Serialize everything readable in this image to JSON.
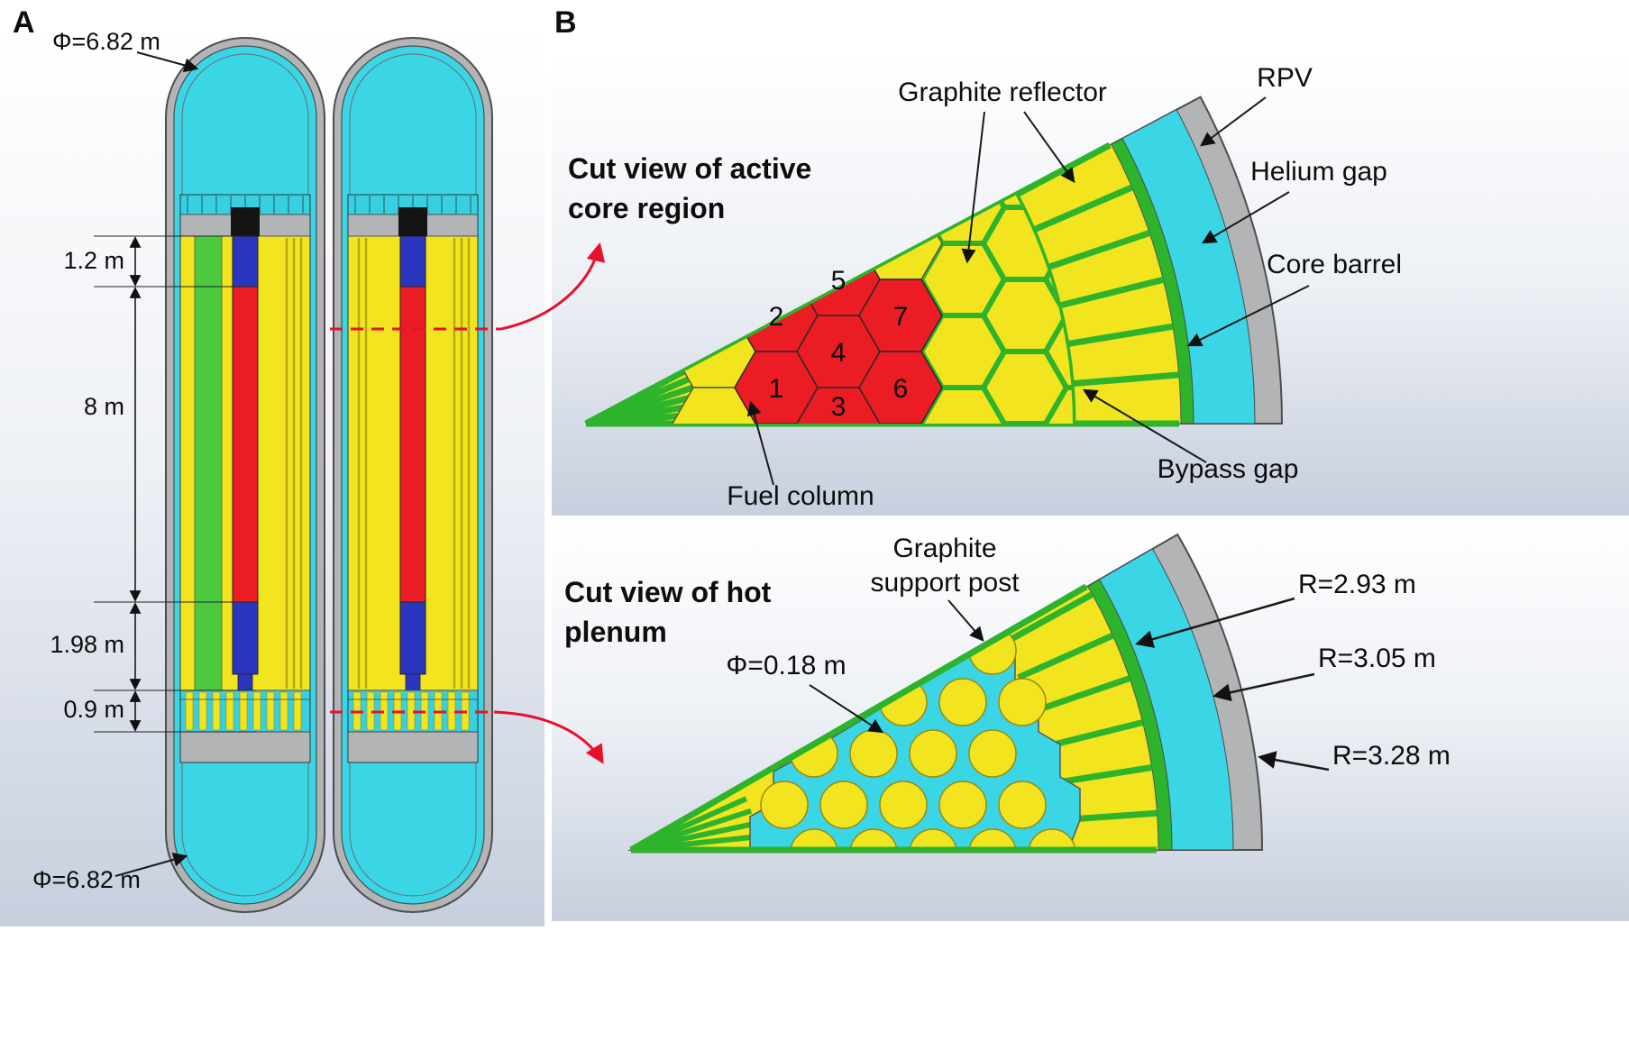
{
  "panel_a": {
    "label": "A",
    "dimensions": {
      "top_diameter": "Φ=6.82 m",
      "upper_reflector_height": "1.2 m",
      "active_core_height": "8 m",
      "lower_reflector_height": "1.98 m",
      "hot_plenum_height": "0.9 m",
      "bottom_diameter": "Φ=6.82 m"
    }
  },
  "panel_b": {
    "label": "B",
    "active_core_view": {
      "title_line1": "Cut view of active",
      "title_line2": "core region",
      "graphite_reflector_label": "Graphite reflector",
      "rpv_label": "RPV",
      "helium_gap_label": "Helium gap",
      "core_barrel_label": "Core barrel",
      "bypass_gap_label": "Bypass gap",
      "fuel_column_label": "Fuel column",
      "fuel_column_numbers": [
        "1",
        "2",
        "3",
        "4",
        "5",
        "6",
        "7"
      ]
    },
    "hot_plenum_view": {
      "title_line1": "Cut view of hot",
      "title_line2": "plenum",
      "support_post_label_line1": "Graphite",
      "support_post_label_line2": "support post",
      "post_diameter": "Φ=0.18 m",
      "radius_inner": "R=2.93 m",
      "radius_mid": "R=3.05 m",
      "radius_outer": "R=3.28 m"
    }
  },
  "colors": {
    "coolant_cyan": "#3ad6e6",
    "graphite_yellow": "#f2e41f",
    "gap_green": "#2db32c",
    "control_green": "#4cc93f",
    "fuel_red": "#ec1c24",
    "absorber_blue": "#2a35c0",
    "steel_gray": "#b3b4b6",
    "annotation_red": "#e8112d"
  }
}
